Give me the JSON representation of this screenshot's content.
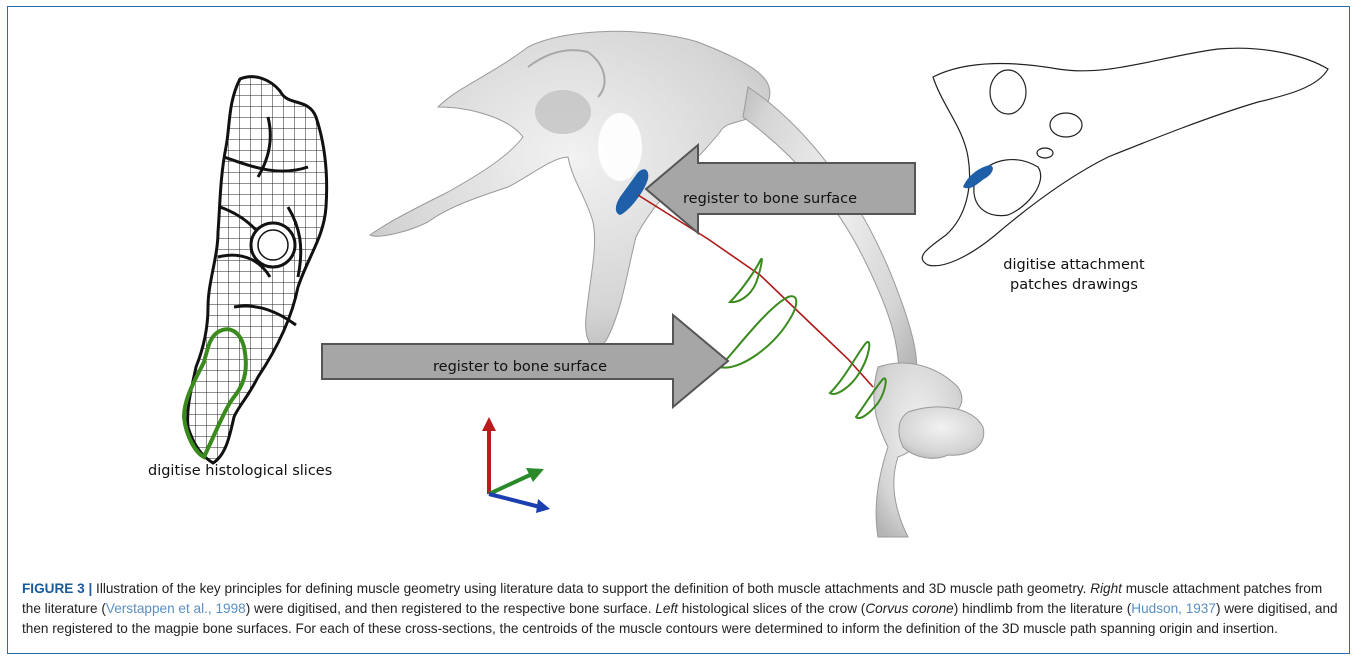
{
  "labels": {
    "histological": "digitise histological slices",
    "drawings_line1": "digitise attachment",
    "drawings_line2": "patches drawings",
    "arrow_top": "register to bone surface",
    "arrow_bottom": "register to bone surface"
  },
  "caption": {
    "figure_label": "FIGURE 3 |",
    "text1": " Illustration of the key principles for defining muscle geometry using literature data to support the definition of both muscle attachments and 3D muscle path geometry. ",
    "right_word": "Right",
    "text2": " muscle attachment patches from the literature (",
    "ref1": "Verstappen et al., 1998",
    "text3": ") were digitised, and then registered to the respective bone surface. ",
    "left_word": "Left",
    "text4": " histological slices of the crow (",
    "species": "Corvus corone",
    "text5": ") hindlimb from the literature (",
    "ref2": "Hudson, 1937",
    "text6": ") were digitised, and then registered to the magpie bone surfaces. For each of these cross-sections, the centroids of the muscle contours were determined to inform the definition of the 3D muscle path spanning origin and insertion."
  },
  "colors": {
    "frame": "#2a6aa8",
    "bone": "#d9d9d9",
    "arrow_fill": "#a6a6a6",
    "attachment_patch": "#1f5fa8",
    "muscle_contour": "#3a8a1e",
    "muscle_path": "#b01818",
    "axis_x": "#1c3fb0",
    "axis_y": "#b81c1c",
    "axis_z": "#2a8a2a"
  },
  "icons": [
    "axis-triad-icon"
  ]
}
